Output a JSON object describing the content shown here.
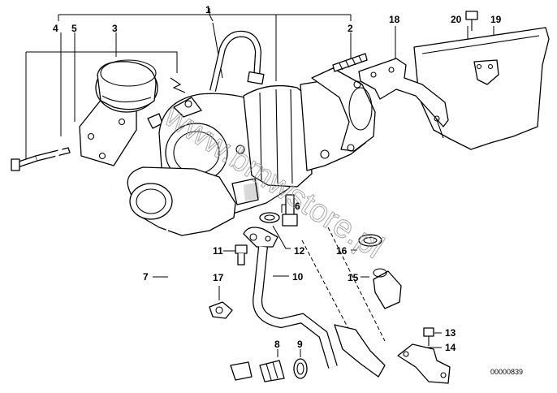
{
  "diagram": {
    "document_number": "00000839",
    "watermark": "www.bmwstore.pl",
    "callouts": {
      "c1": "1",
      "c2": "2",
      "c3": "3",
      "c4": "4",
      "c5": "5",
      "c6": "6",
      "c7": "7",
      "c8": "8",
      "c9": "9",
      "c10": "10",
      "c11": "11",
      "c12": "12",
      "c13": "13",
      "c14": "14",
      "c15": "15",
      "c16": "16",
      "c17": "17",
      "c18": "18",
      "c19": "19",
      "c20": "20"
    }
  }
}
